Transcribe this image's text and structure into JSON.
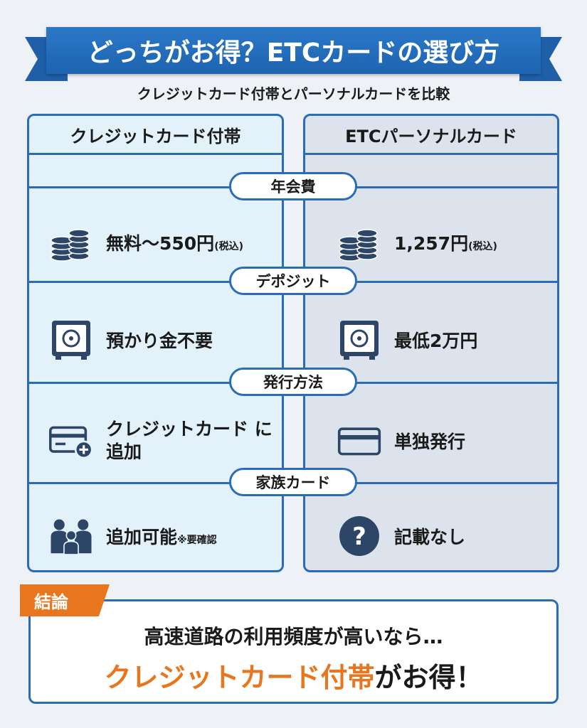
{
  "title": "どっちがお得？ETCカードの選び方",
  "subtitle": "クレジットカード付帯とパーソナルカードを比較",
  "columns": {
    "left": "クレジットカード付帯",
    "right": "ETCパーソナルカード"
  },
  "rows": [
    {
      "label": "年会費",
      "left": "無料〜550円",
      "left_note": "(税込)",
      "right": "1,257円",
      "right_note": "(税込)",
      "left_icon": "coins-icon",
      "right_icon": "coins-icon"
    },
    {
      "label": "デポジット",
      "left": "預かり金不要",
      "left_note": "",
      "right": "最低2万円",
      "right_note": "",
      "left_icon": "safe-icon",
      "right_icon": "safe-icon"
    },
    {
      "label": "発行方法",
      "left": "クレジットカード に追加",
      "left_note": "",
      "right": "単独発行",
      "right_note": "",
      "left_icon": "card-add-icon",
      "right_icon": "card-icon"
    },
    {
      "label": "家族カード",
      "left": "追加可能",
      "left_note": "※要確認",
      "right": "記載なし",
      "right_note": "",
      "left_icon": "family-icon",
      "right_icon": "question-icon"
    }
  ],
  "conclusion": {
    "tag": "結論",
    "line1": "高速道路の利用頻度が高いなら…",
    "highlight": "クレジットカード付帯",
    "tail": "がお得！"
  },
  "colors": {
    "blue": "#2a6db5",
    "orange": "#e8761e",
    "icon": "#2d4566"
  }
}
